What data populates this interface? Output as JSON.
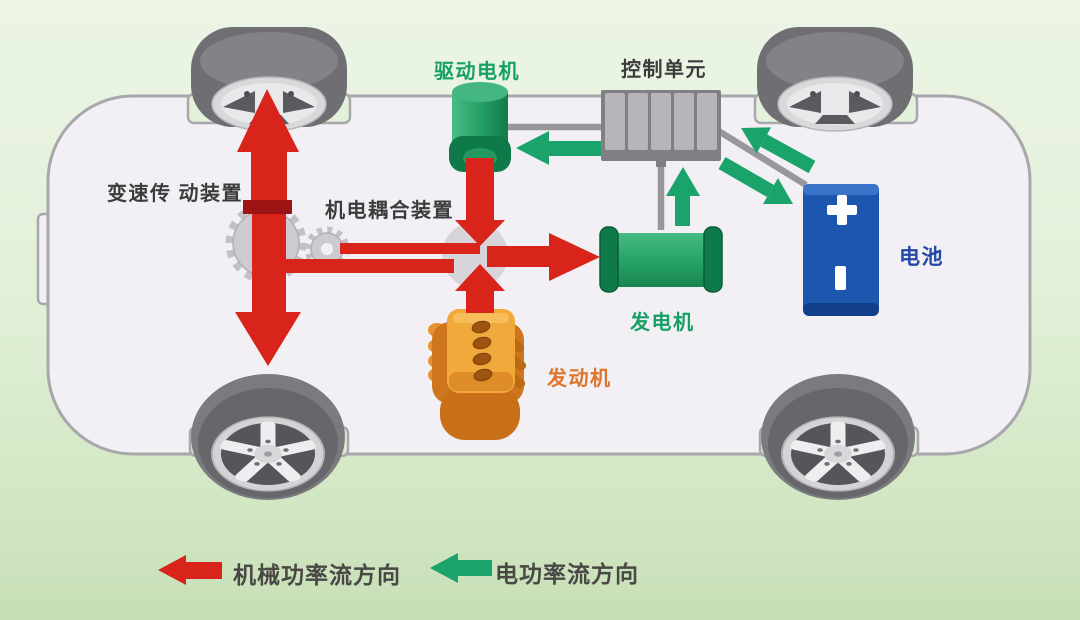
{
  "diagram": {
    "subject": "hybrid-powertrain-power-flow",
    "background_top": "#ecf5e5",
    "background_bottom": "#c7dfb7",
    "car_body_fill": "#f2f0f5",
    "car_body_outline": "#a8a8ac"
  },
  "components": {
    "transmission": {
      "label": "变速传 动装置",
      "label_color": "#3c3c3c"
    },
    "coupling": {
      "label": "机电耦合装置",
      "label_color": "#3c3c3c"
    },
    "drive_motor": {
      "label": "驱动电机",
      "label_color": "#16a066",
      "body_color": "#27a065"
    },
    "control_unit": {
      "label": "控制单元",
      "label_color": "#3e3e3e",
      "body_color": "#808084"
    },
    "battery": {
      "label": "电池",
      "plus": "+",
      "minus": "−",
      "label_color": "#2547a5",
      "body_color": "#1c56af"
    },
    "generator": {
      "label": "发电机",
      "label_color": "#17a066",
      "body_color": "#27a065"
    },
    "engine": {
      "label": "发动机",
      "label_color": "#e0752a",
      "body_color": "#d0771e"
    }
  },
  "legend": {
    "mechanical": {
      "label": "机械功率流方向",
      "arrow_color": "#d8241b",
      "arrow_direction": "left"
    },
    "electrical": {
      "label": "电功率流方向",
      "arrow_color": "#1aa36a",
      "arrow_direction": "left"
    }
  },
  "flows": {
    "mechanical_color": "#d8241b",
    "electrical_color": "#1aa36a",
    "connector_color": "#98989c"
  }
}
